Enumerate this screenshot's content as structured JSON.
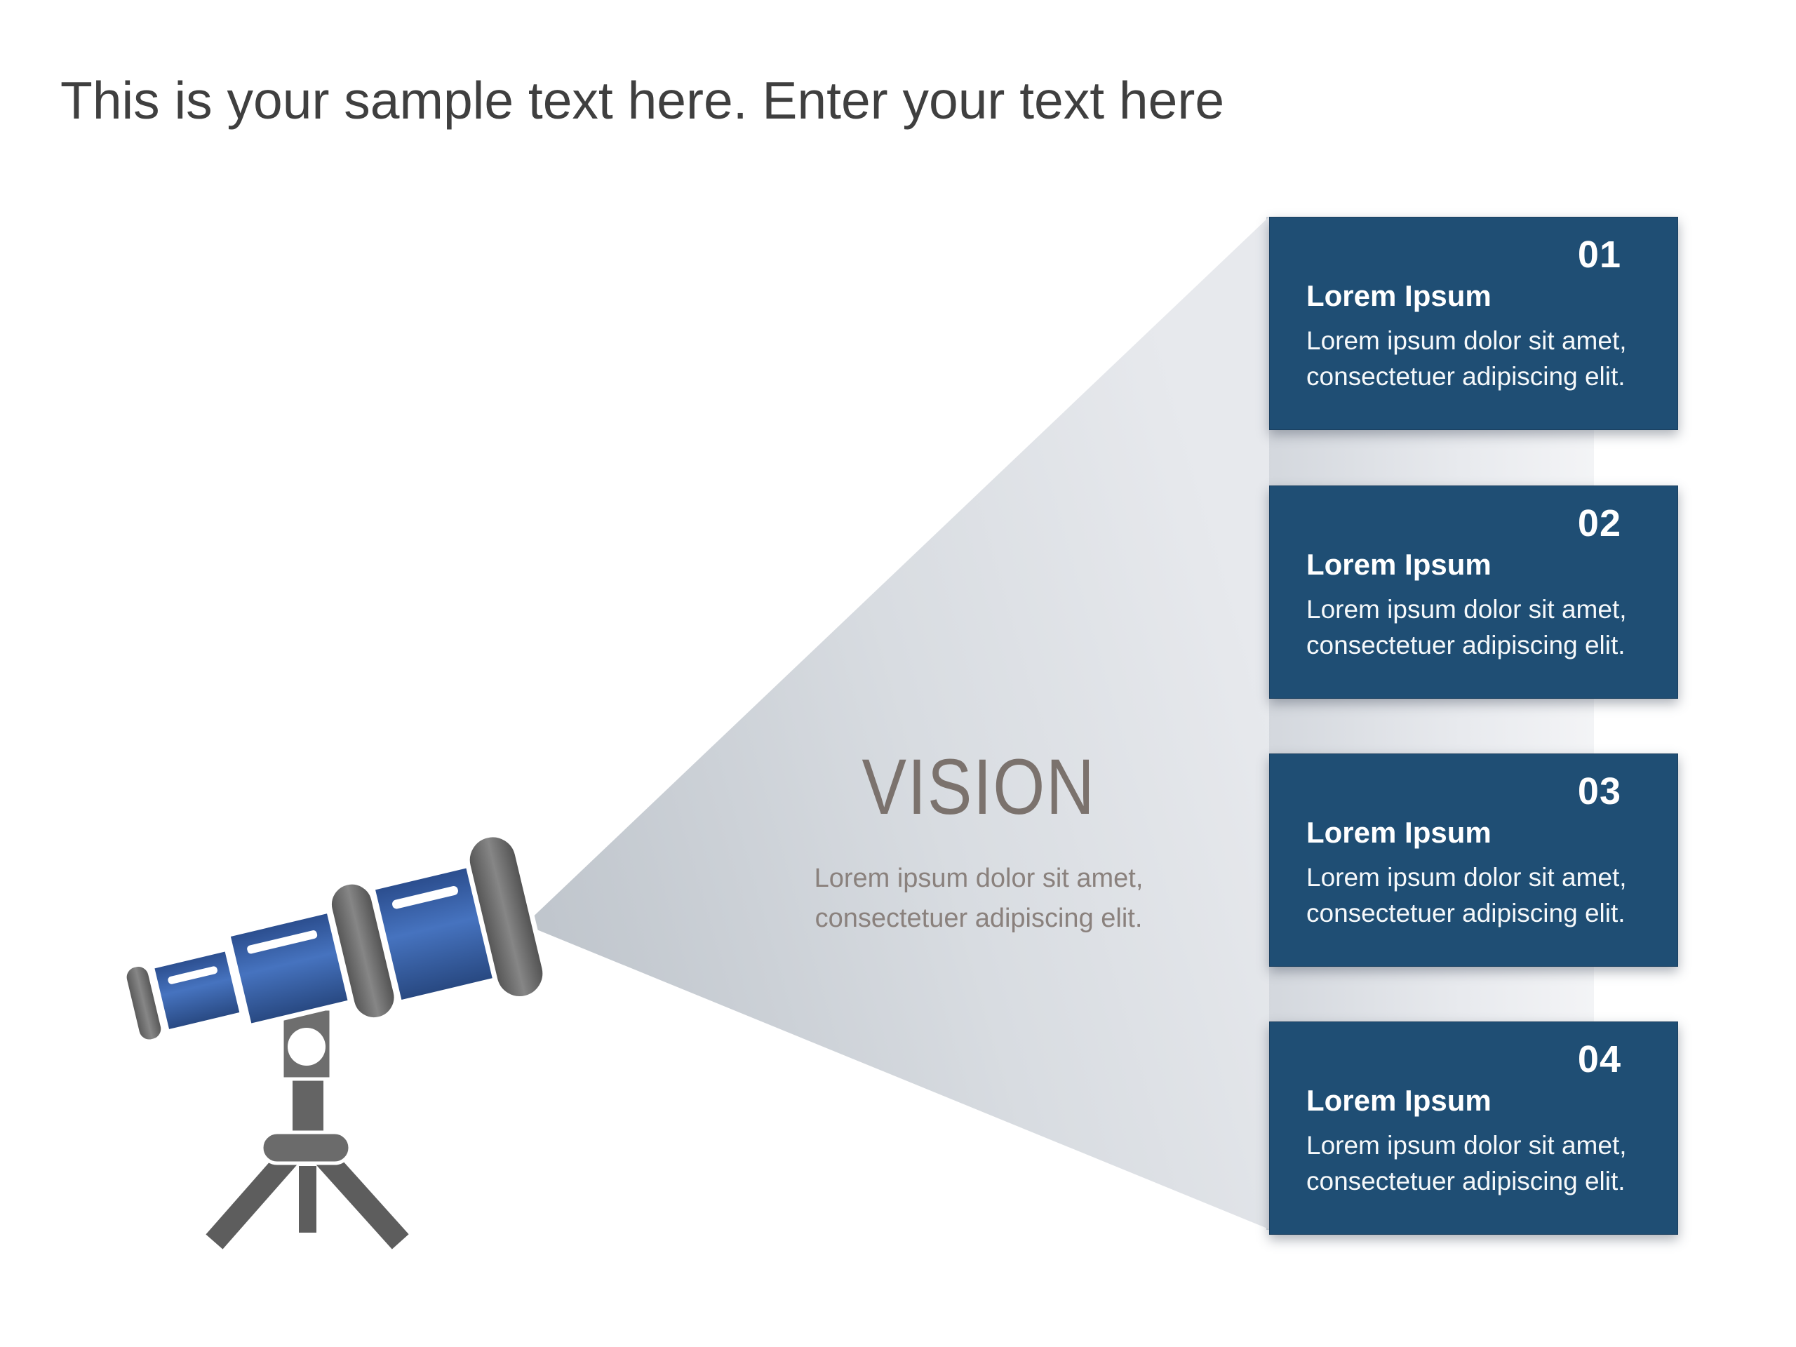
{
  "slide": {
    "title": "This is your sample text here. Enter your text here"
  },
  "vision": {
    "heading": "VISION",
    "lines": [
      "Lorem ipsum dolor sit amet,",
      "consectetuer adipiscing elit."
    ]
  },
  "steps": [
    {
      "number": "01",
      "heading": "Lorem Ipsum",
      "lines": [
        "Lorem ipsum dolor sit amet,",
        "consectetuer adipiscing elit."
      ]
    },
    {
      "number": "02",
      "heading": "Lorem Ipsum",
      "lines": [
        "Lorem ipsum dolor sit amet,",
        "consectetuer adipiscing elit."
      ]
    },
    {
      "number": "03",
      "heading": "Lorem Ipsum",
      "lines": [
        "Lorem ipsum dolor sit amet,",
        "consectetuer adipiscing elit."
      ]
    },
    {
      "number": "04",
      "heading": "Lorem Ipsum",
      "lines": [
        "Lorem ipsum dolor sit amet,",
        "consectetuer adipiscing elit."
      ]
    }
  ],
  "icons": {
    "telescope": "telescope-icon",
    "beam": "light-beam"
  },
  "colors": {
    "card_blue": "#1f4e74",
    "card_text": "#ffffff",
    "telescope_blue": "#3e6ab5",
    "telescope_gray": "#5d5d5d",
    "beam_gray_near": "#c0c6cd",
    "beam_gray_far": "#eceef1",
    "title_text": "#3f3f3f",
    "vision_heading_text": "#7b726d",
    "vision_body_text": "#8a817d",
    "background": "#ffffff"
  }
}
